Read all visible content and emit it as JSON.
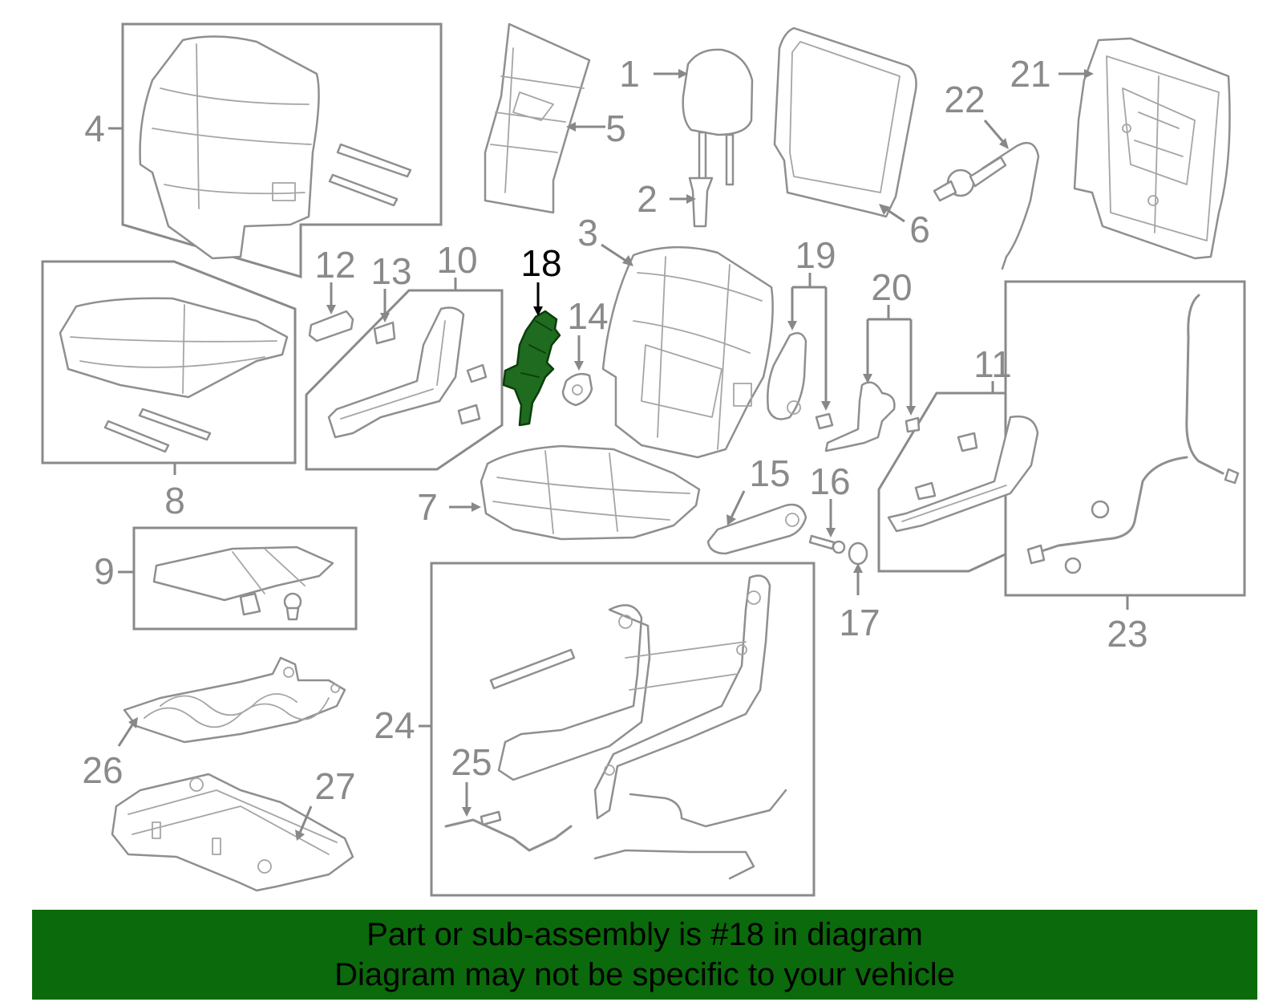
{
  "callouts": {
    "c1": "1",
    "c2": "2",
    "c3": "3",
    "c4": "4",
    "c5": "5",
    "c6": "6",
    "c7": "7",
    "c8": "8",
    "c9": "9",
    "c10": "10",
    "c11": "11",
    "c12": "12",
    "c13": "13",
    "c14": "14",
    "c15": "15",
    "c16": "16",
    "c17": "17",
    "c18": "18",
    "c19": "19",
    "c20": "20",
    "c21": "21",
    "c22": "22",
    "c23": "23",
    "c24": "24",
    "c25": "25",
    "c26": "26",
    "c27": "27"
  },
  "highlighted_part": "18",
  "colors": {
    "highlight_fill": "#1f6b1f",
    "banner_background": "#0b6a0b",
    "line_art": "#8f8f8f"
  },
  "banner": {
    "line1": "Part or sub-assembly is #18 in diagram",
    "line2": "Diagram may not be specific to your vehicle"
  }
}
